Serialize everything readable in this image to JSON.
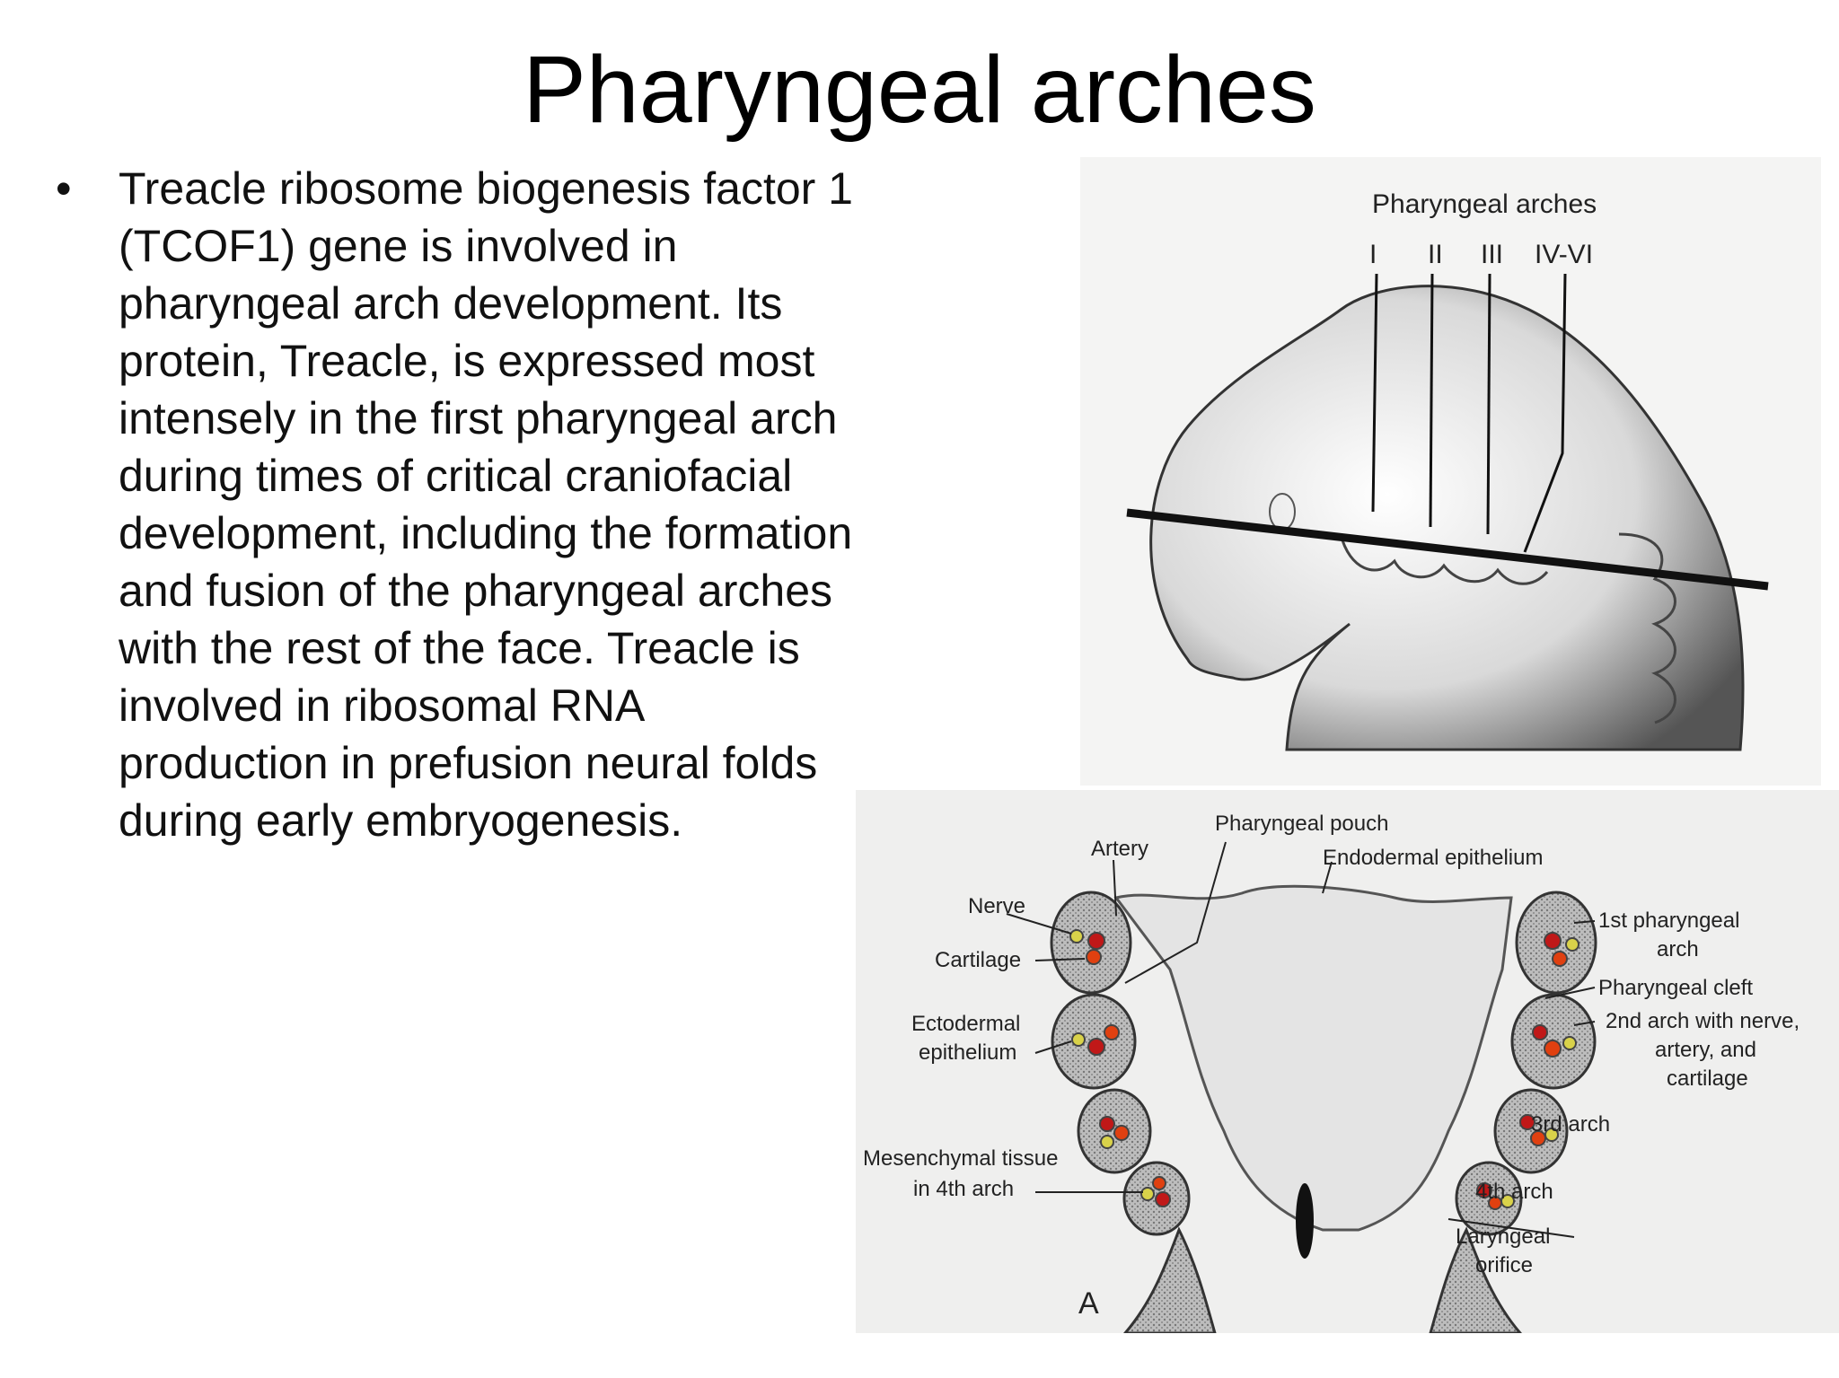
{
  "slide": {
    "title": "Pharyngeal arches",
    "bullet": "Treacle ribosome biogenesis factor 1 (TCOF1) gene is involved in pharyngeal arch development. Its protein, Treacle, is expressed most intensely in the first pharyngeal arch during times of critical craniofacial development, including the formation and fusion of the pharyngeal arches with the rest of the face. Treacle is involved in ribosomal RNA production in prefusion neural folds during early embryogenesis."
  },
  "figure_top": {
    "heading": "Pharyngeal arches",
    "arch_labels": [
      "I",
      "II",
      "III",
      "IV-VI"
    ]
  },
  "figure_bottom": {
    "labels": {
      "pharyngeal_pouch": "Pharyngeal pouch",
      "artery": "Artery",
      "endodermal_epithelium": "Endodermal epithelium",
      "nerve": "Nerve",
      "cartilage": "Cartilage",
      "ectodermal_1": "Ectodermal",
      "ectodermal_2": "epithelium",
      "mesenchymal_1": "Mesenchymal tissue",
      "mesenchymal_2": "in 4th arch",
      "first_arch_1": "1st pharyngeal",
      "first_arch_2": "arch",
      "pharyngeal_cleft": "Pharyngeal cleft",
      "second_arch_1": "2nd arch with nerve,",
      "second_arch_2": "artery, and",
      "second_arch_3": "cartilage",
      "third_arch": "3rd arch",
      "fourth_arch": "4th arch",
      "laryngeal_1": "Laryngeal",
      "laryngeal_2": "orifice",
      "panel_letter": "A"
    }
  }
}
